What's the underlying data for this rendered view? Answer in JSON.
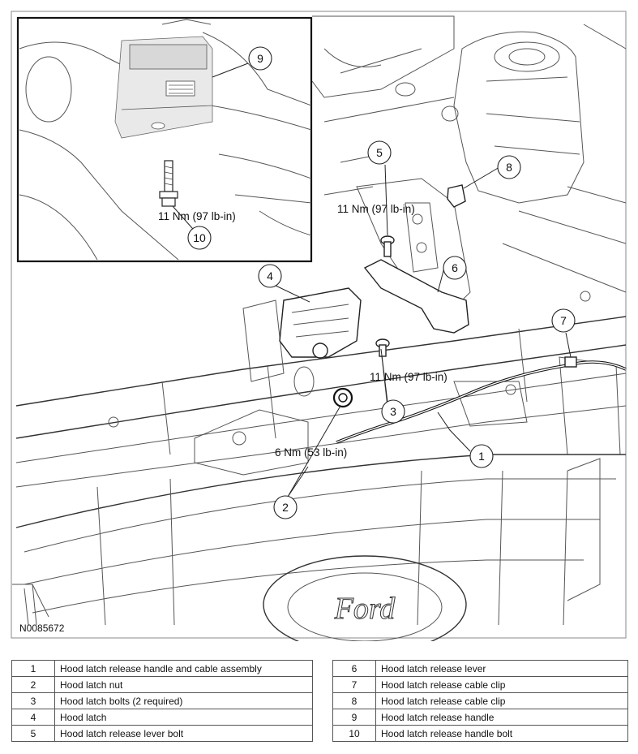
{
  "figure": {
    "id_label": "N0085672",
    "callouts": [
      {
        "num": "1"
      },
      {
        "num": "2"
      },
      {
        "num": "3"
      },
      {
        "num": "4"
      },
      {
        "num": "5"
      },
      {
        "num": "6"
      },
      {
        "num": "7"
      },
      {
        "num": "8"
      },
      {
        "num": "9"
      },
      {
        "num": "10"
      }
    ],
    "torque_labels": [
      {
        "text": "11 Nm (97 lb-in)"
      },
      {
        "text": "11 Nm (97 lb-in)"
      },
      {
        "text": "11 Nm (97 lb-in)"
      },
      {
        "text": "6 Nm (53 lb-in)"
      }
    ],
    "emblem_text": "Ford"
  },
  "legend": {
    "left": [
      {
        "num": "1",
        "desc": "Hood latch release handle and cable assembly"
      },
      {
        "num": "2",
        "desc": "Hood latch nut"
      },
      {
        "num": "3",
        "desc": "Hood latch bolts (2 required)"
      },
      {
        "num": "4",
        "desc": "Hood latch"
      },
      {
        "num": "5",
        "desc": "Hood latch release lever bolt"
      }
    ],
    "right": [
      {
        "num": "6",
        "desc": "Hood latch release lever"
      },
      {
        "num": "7",
        "desc": "Hood latch release cable clip"
      },
      {
        "num": "8",
        "desc": "Hood latch release cable clip"
      },
      {
        "num": "9",
        "desc": "Hood latch release handle"
      },
      {
        "num": "10",
        "desc": "Hood latch release handle bolt"
      }
    ]
  }
}
